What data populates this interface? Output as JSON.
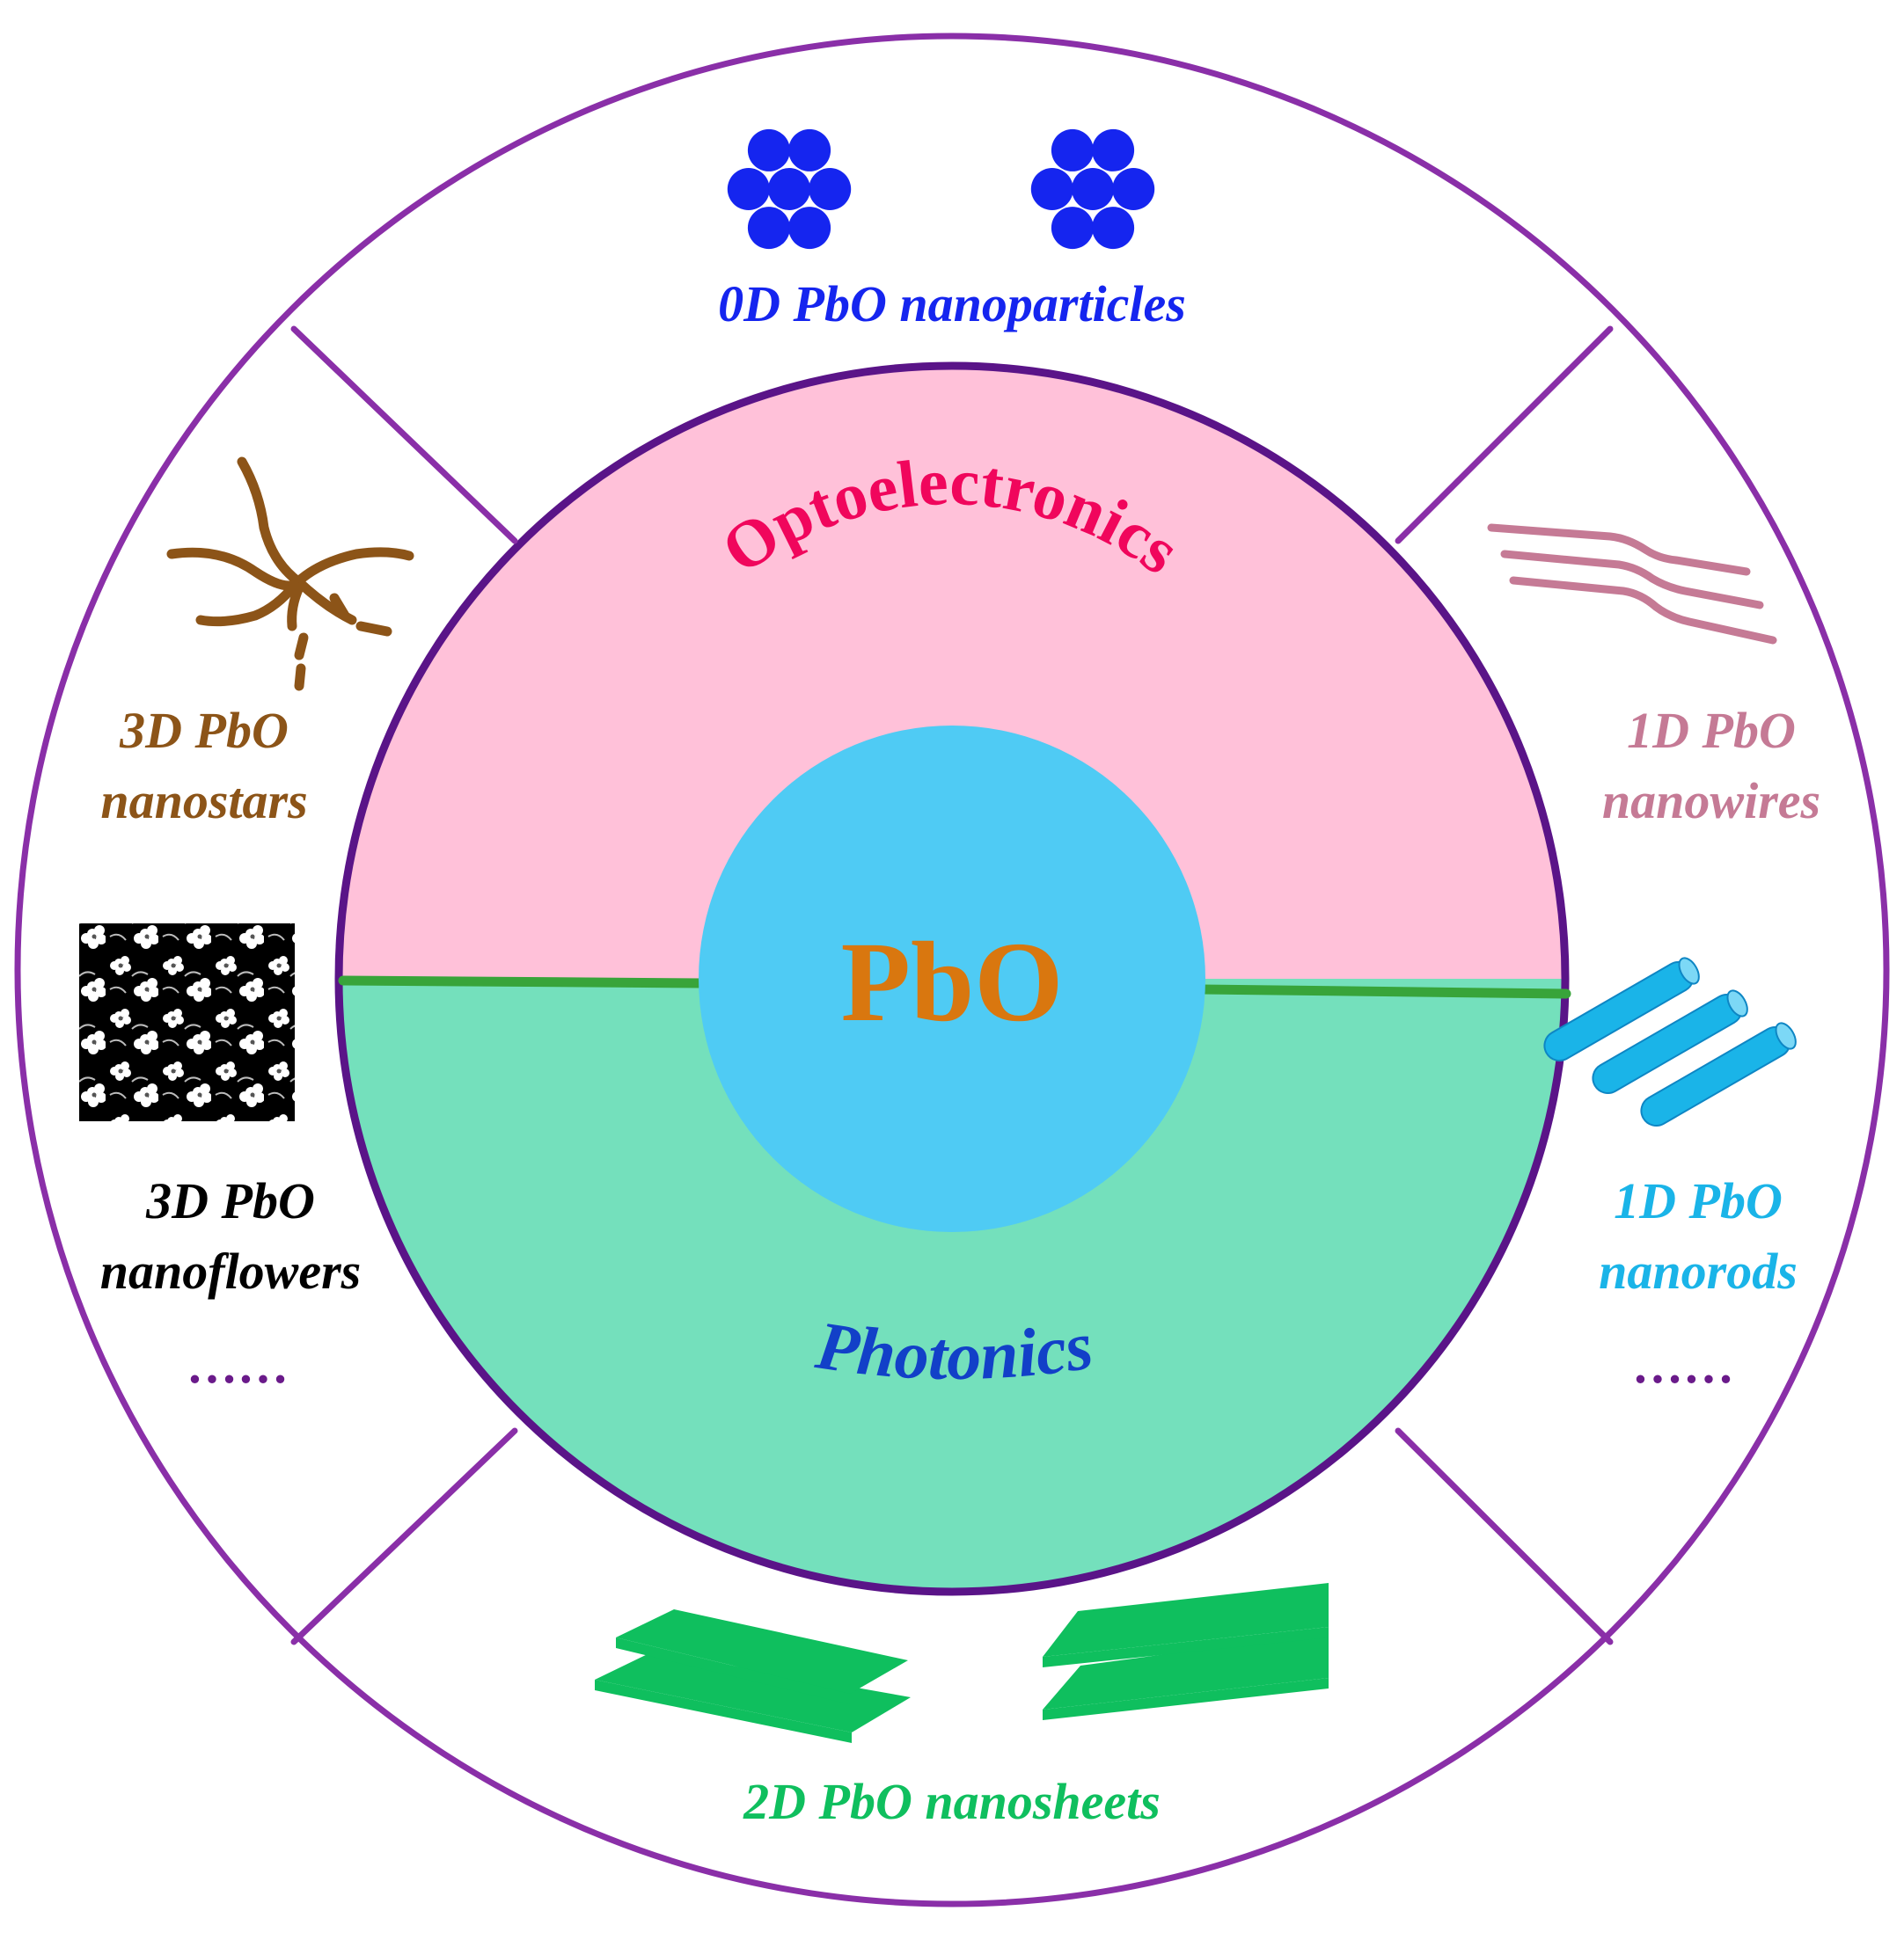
{
  "center": {
    "label": "PbO",
    "fill": "#4FCBF4",
    "text_color": "#D9770F"
  },
  "inner": {
    "top_label": "Optoelectronics",
    "top_fill": "#FFC1D9",
    "top_text_color": "#F0065C",
    "bottom_label": "Photonics",
    "bottom_fill": "#74E0BC",
    "bottom_text_color": "#1240C8",
    "divider_color": "#38A43A",
    "ring_color": "#5A1488"
  },
  "outer_ring_color": "#8A2FA8",
  "segments": {
    "top": {
      "label": "0D PbO nanoparticles",
      "color": "#1525EF",
      "icon": "nanoparticles-icon"
    },
    "upper_right": {
      "line1": "1D PbO",
      "line2": "nanowires",
      "color": "#C57A95",
      "icon": "nanowires-icon"
    },
    "lower_right": {
      "line1": "1D PbO",
      "line2": "nanorods",
      "color": "#1AB4E8",
      "icon": "nanorods-icon",
      "ellipsis": "……"
    },
    "bottom": {
      "label": "2D PbO nanosheets",
      "color": "#0FBF5E",
      "icon": "nanosheets-icon"
    },
    "upper_left": {
      "line1": "3D PbO",
      "line2": "nanostars",
      "color": "#8C5418",
      "icon": "nanostars-icon"
    },
    "lower_left": {
      "line1": "3D PbO",
      "line2": "nanoflowers",
      "color": "#000000",
      "icon": "nanoflowers-icon",
      "ellipsis": "……"
    }
  },
  "ellipsis_color": "#6A1A8A"
}
